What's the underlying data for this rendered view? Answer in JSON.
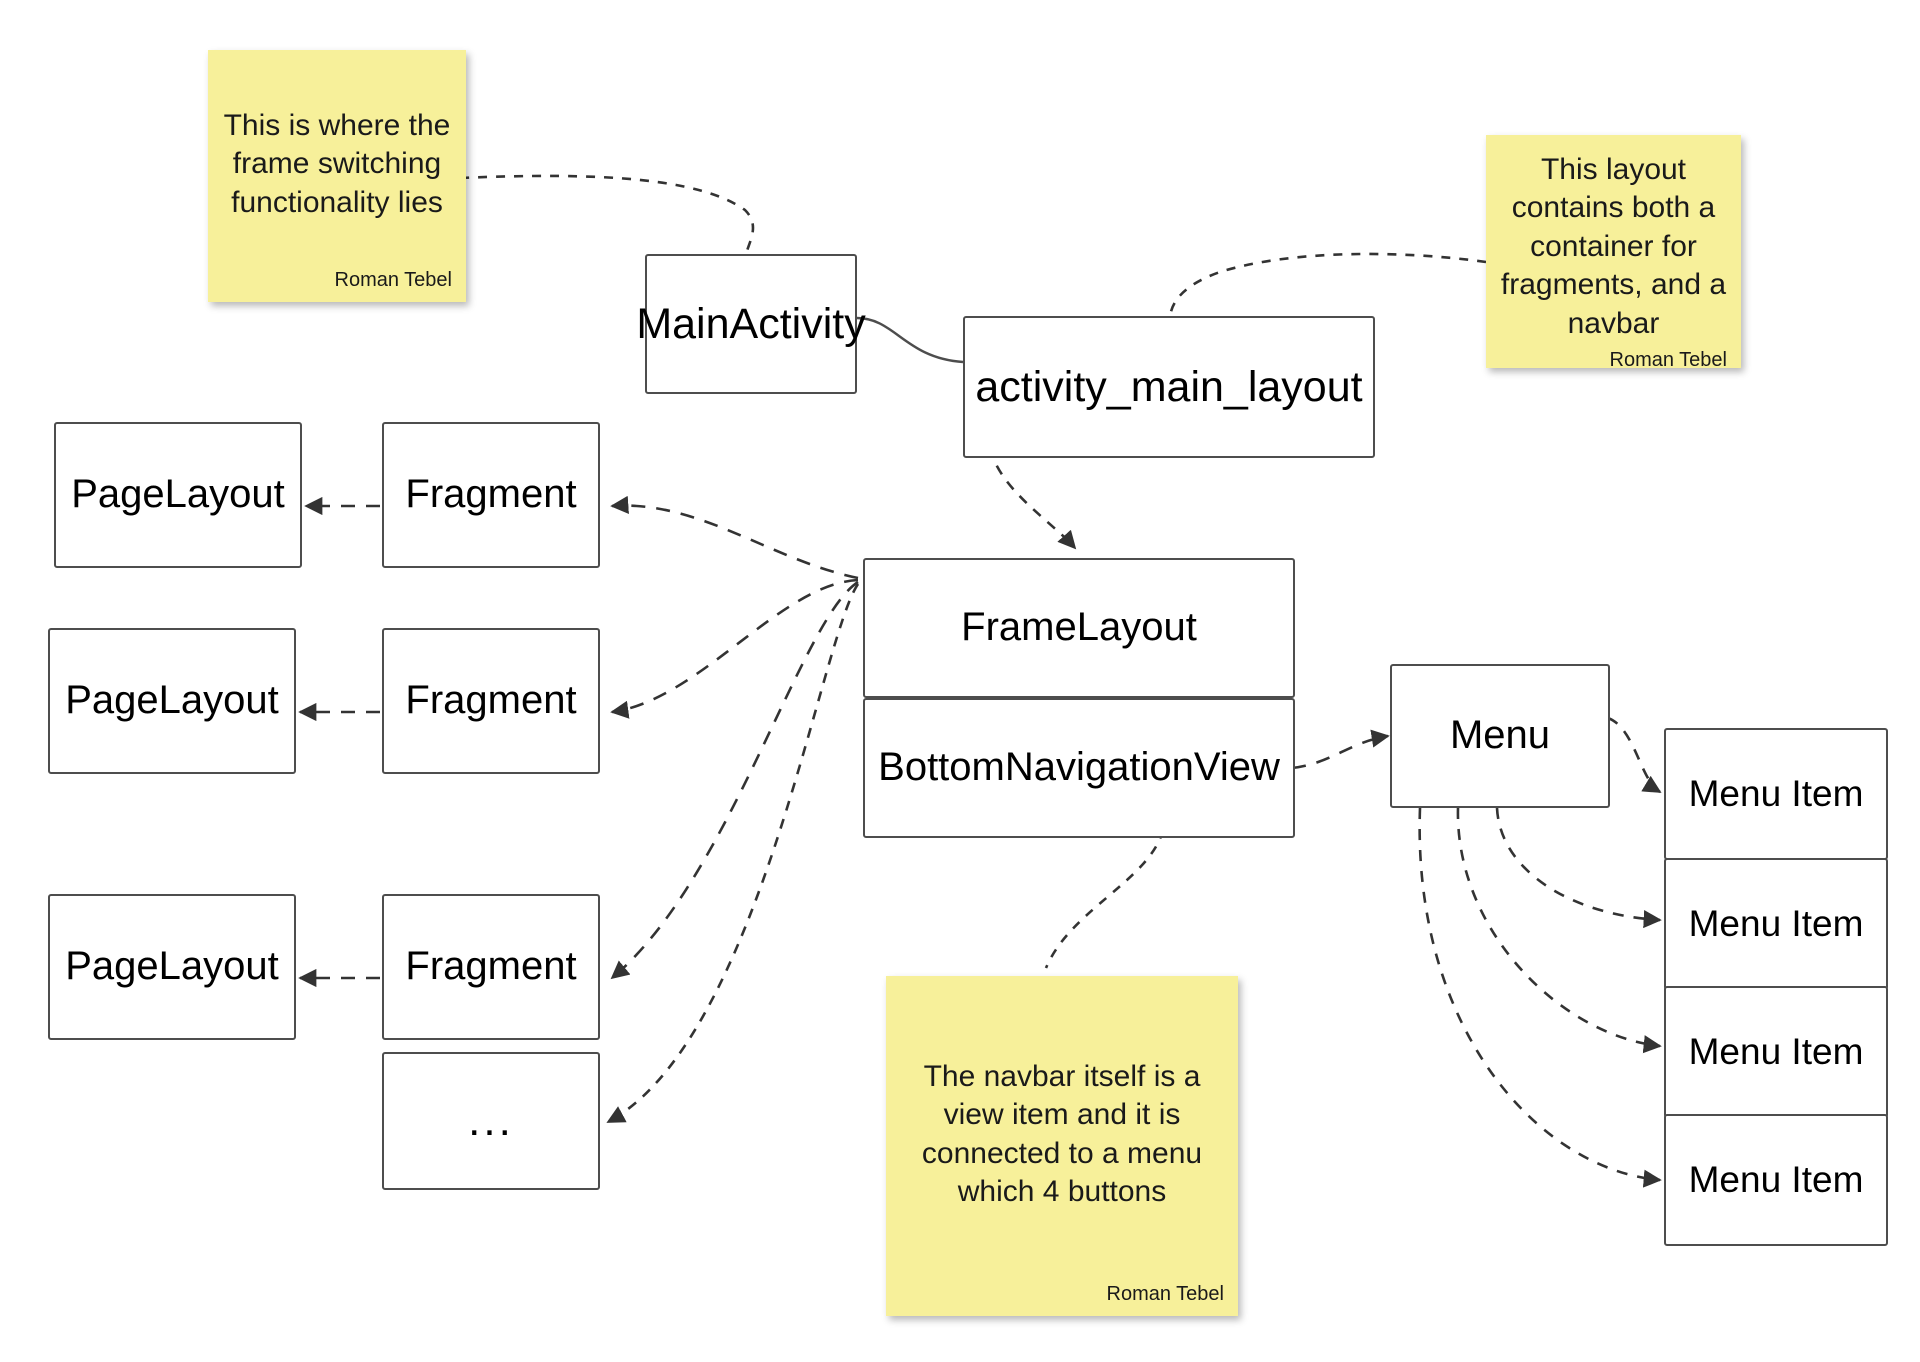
{
  "diagram": {
    "title": "Android MainActivity fragment and navigation architecture",
    "background_color": "#ffffff",
    "node_border_color": "#4d4d4d",
    "note_fill_color": "#f7f09a",
    "edge_color": "#333333"
  },
  "nodes": {
    "main_activity": {
      "label": "MainActivity"
    },
    "activity_main_layout": {
      "label": "activity_main_layout"
    },
    "frame_layout": {
      "label": "FrameLayout"
    },
    "bottom_navigation_view": {
      "label": "BottomNavigationView"
    },
    "menu": {
      "label": "Menu"
    },
    "ellipsis": {
      "label": "..."
    }
  },
  "page_layouts": [
    {
      "label": "PageLayout"
    },
    {
      "label": "PageLayout"
    },
    {
      "label": "PageLayout"
    }
  ],
  "fragments": [
    {
      "label": "Fragment"
    },
    {
      "label": "Fragment"
    },
    {
      "label": "Fragment"
    }
  ],
  "menu_items": [
    {
      "label": "Menu Item"
    },
    {
      "label": "Menu Item"
    },
    {
      "label": "Menu Item"
    },
    {
      "label": "Menu Item"
    }
  ],
  "notes": [
    {
      "id": "note-frame-switching",
      "text": "This is where the frame switching functionality lies",
      "author": "Roman Tebel"
    },
    {
      "id": "note-layout-contains",
      "text": "This layout contains both a container for fragments, and a navbar",
      "author": "Roman Tebel"
    },
    {
      "id": "note-navbar-menu",
      "text": "The navbar itself is a view item and it is connected to a menu which 4 buttons",
      "author": "Roman Tebel"
    }
  ]
}
